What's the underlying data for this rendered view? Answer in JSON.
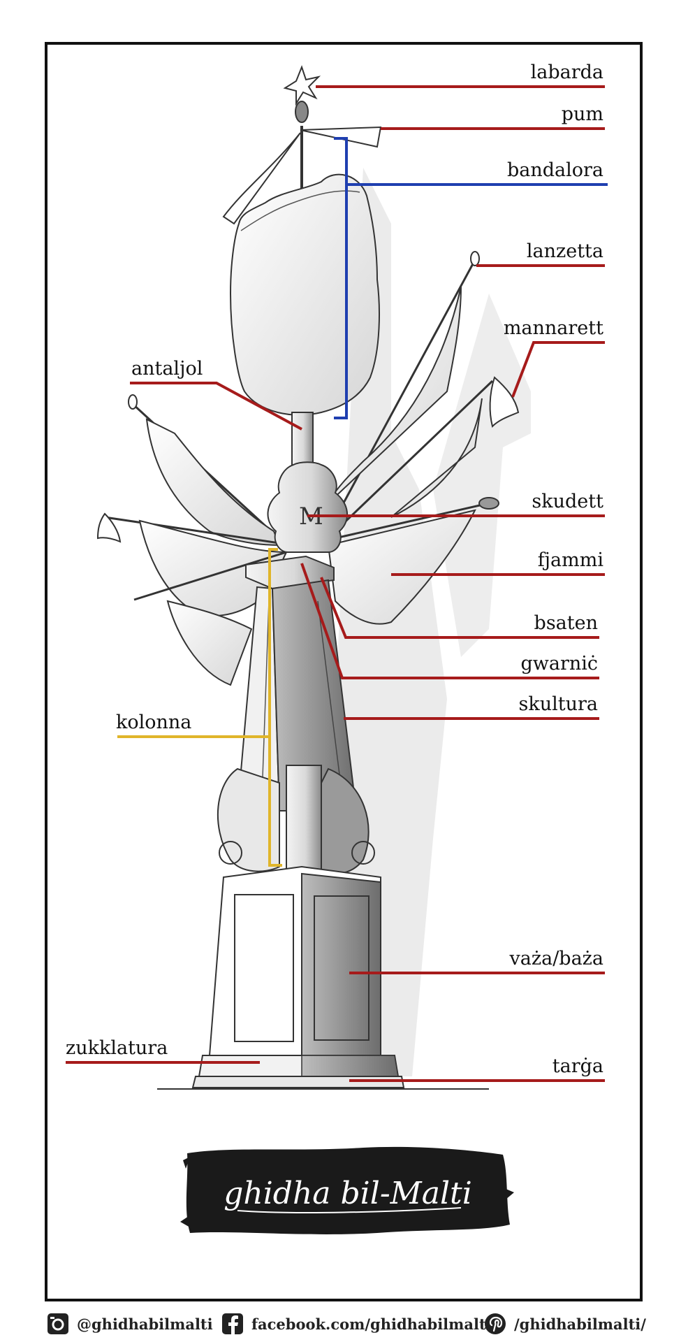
{
  "labels": {
    "labarda": "labarda",
    "pum": "pum",
    "bandalora": "bandalora",
    "lanzetta": "lanzetta",
    "mannarett": "mannarett",
    "antaljol": "antaljol",
    "skudett": "skudett",
    "fjammi": "fjammi",
    "bsaten": "bsaten",
    "gwarnic": "gwarniċ",
    "skultura": "skultura",
    "kolonna": "kolonna",
    "vaza_baza": "vaża/baża",
    "zukklatura": "zukklatura",
    "targa": "tarġa"
  },
  "logo": {
    "text": "ghidha bil-Malti"
  },
  "footer": {
    "instagram": "@ghidhabilmalti",
    "facebook": "facebook.com/ghidhabilmalti",
    "pinterest": "/ghidhabilmalti/"
  },
  "colors": {
    "red_leader": "#a61b1b",
    "blue_leader": "#1f3fb0",
    "yellow_leader": "#e0b52a"
  }
}
